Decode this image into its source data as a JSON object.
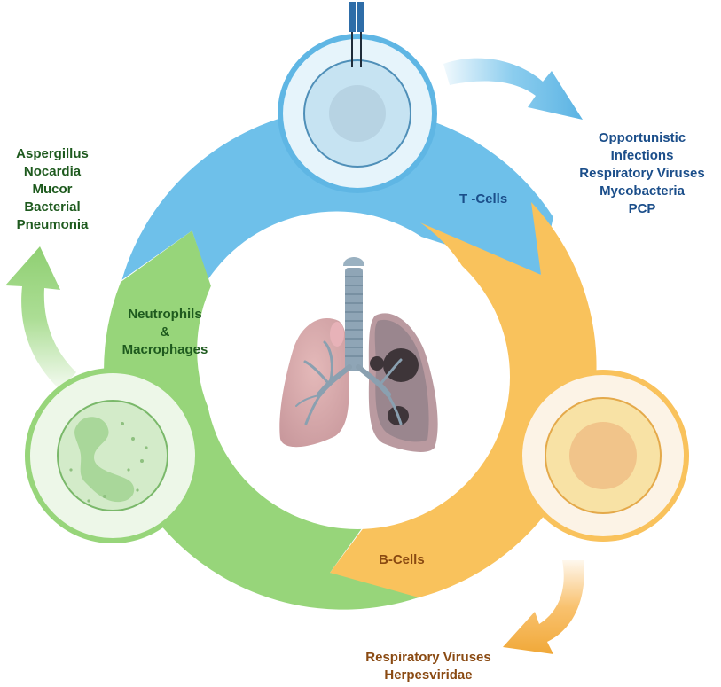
{
  "colors": {
    "t_cell": "#6ec0ea",
    "b_cell": "#f9c25c",
    "neutrophil": "#97d57a",
    "t_text": "#1b4e8a",
    "b_text": "#8a4a12",
    "n_text": "#1e5a1e"
  },
  "segments": {
    "t_cells": {
      "label": "T -Cells"
    },
    "b_cells": {
      "label": "B-Cells"
    },
    "neutrophils": {
      "label_lines": [
        "Neutrophils",
        "&",
        "Macrophages"
      ]
    }
  },
  "infections": {
    "t_cells": [
      "Opportunistic",
      "Infections",
      "Respiratory Viruses",
      "Mycobacteria",
      "PCP"
    ],
    "b_cells": [
      "Respiratory Viruses",
      "Herpesviridae"
    ],
    "neutrophils": [
      "Aspergillus",
      "Nocardia",
      "Mucor",
      "Bacterial",
      "Pneumonia"
    ]
  },
  "icons": {
    "center": "lungs-with-lesions-icon",
    "t_cell": "t-cell-icon",
    "b_cell": "b-cell-icon",
    "neutrophil": "neutrophil-icon"
  }
}
